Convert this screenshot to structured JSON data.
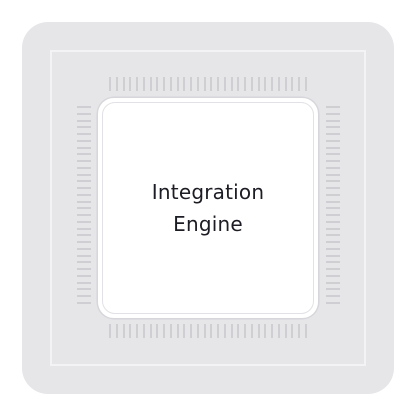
{
  "chip": {
    "label_line1": "Integration",
    "label_line2": "Engine"
  },
  "pins": {
    "top_count": 30,
    "bottom_count": 30,
    "left_count": 30,
    "right_count": 30
  },
  "colors": {
    "frame": "#e6e6e9",
    "core": "#ffffff",
    "pin": "#cfcfd3",
    "text": "#1c1c24"
  },
  "icons": [
    "chip-icon"
  ]
}
